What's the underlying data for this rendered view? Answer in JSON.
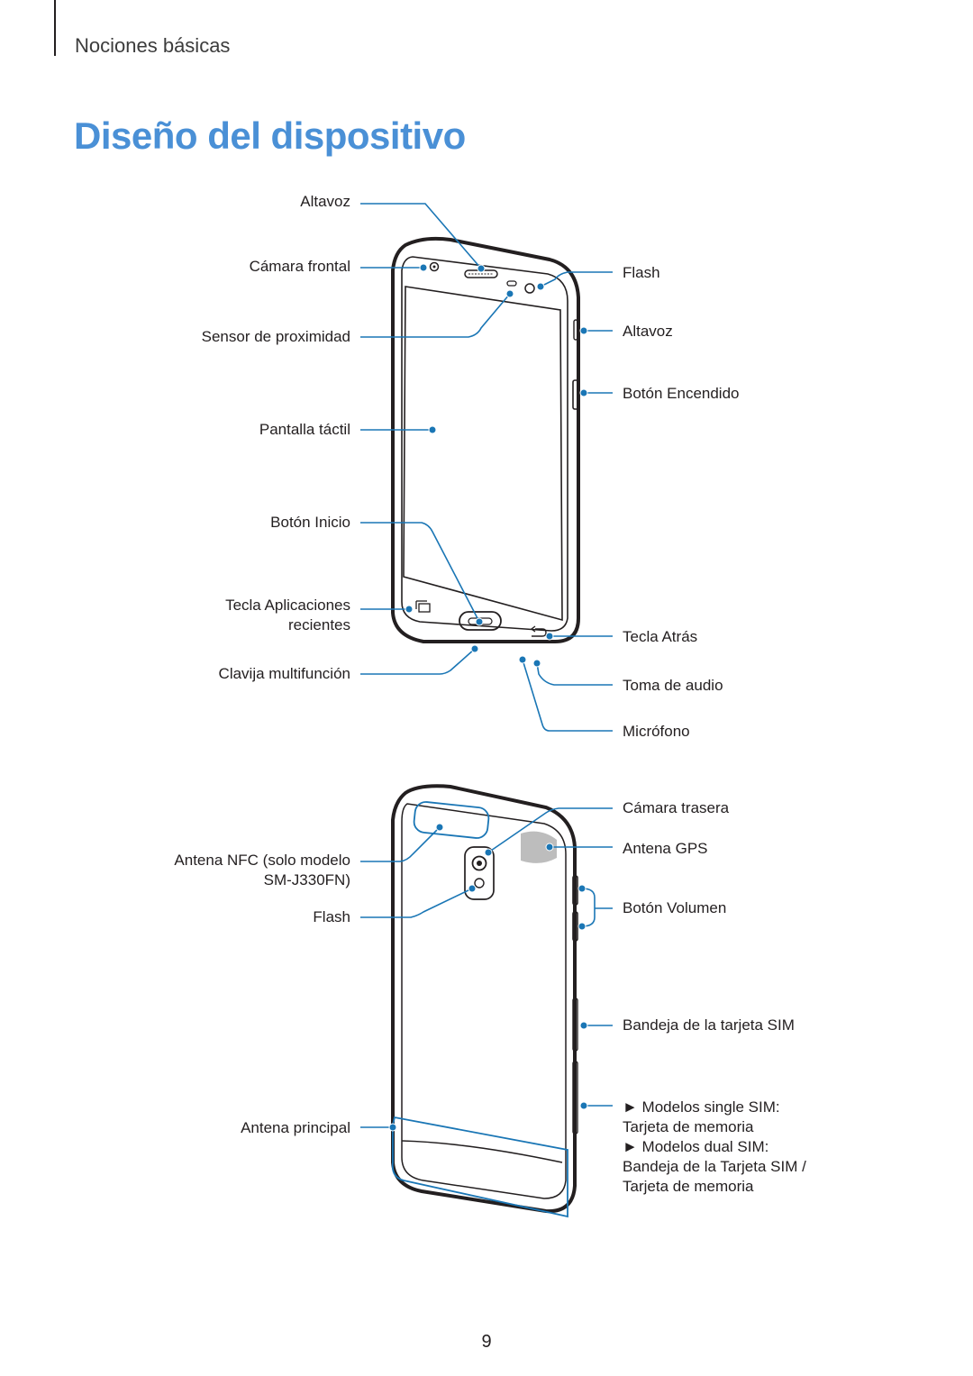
{
  "header": {
    "section": "Nociones básicas"
  },
  "page": {
    "title": "Diseño del dispositivo",
    "number": "9"
  },
  "colors": {
    "accent": "#4a90d6",
    "callout": "#1a76b5",
    "text": "#231f20"
  },
  "front_view": {
    "left_labels": {
      "speaker": "Altavoz",
      "front_camera": "Cámara frontal",
      "proximity_sensor": "Sensor de proximidad",
      "touchscreen": "Pantalla táctil",
      "home_button": "Botón Inicio",
      "recent_apps_1": "Tecla Aplicaciones",
      "recent_apps_2": "recientes",
      "multipurpose_jack": "Clavija multifunción"
    },
    "right_labels": {
      "flash": "Flash",
      "speaker": "Altavoz",
      "power_button": "Botón Encendido",
      "back_key": "Tecla Atrás",
      "audio_jack": "Toma de audio",
      "microphone": "Micrófono"
    }
  },
  "back_view": {
    "left_labels": {
      "nfc_antenna_1": "Antena NFC (solo modelo",
      "nfc_antenna_2": "SM-J330FN)",
      "flash": "Flash",
      "main_antenna": "Antena principal"
    },
    "right_labels": {
      "rear_camera": "Cámara trasera",
      "gps_antenna": "Antena GPS",
      "volume_button": "Botón Volumen",
      "sim_tray": "Bandeja de la tarjeta SIM",
      "single_sim_1": "► Modelos single SIM:",
      "single_sim_2": "Tarjeta de memoria",
      "dual_sim_1": "► Modelos dual SIM:",
      "dual_sim_2": "Bandeja de la Tarjeta SIM /",
      "dual_sim_3": "Tarjeta de memoria"
    }
  }
}
